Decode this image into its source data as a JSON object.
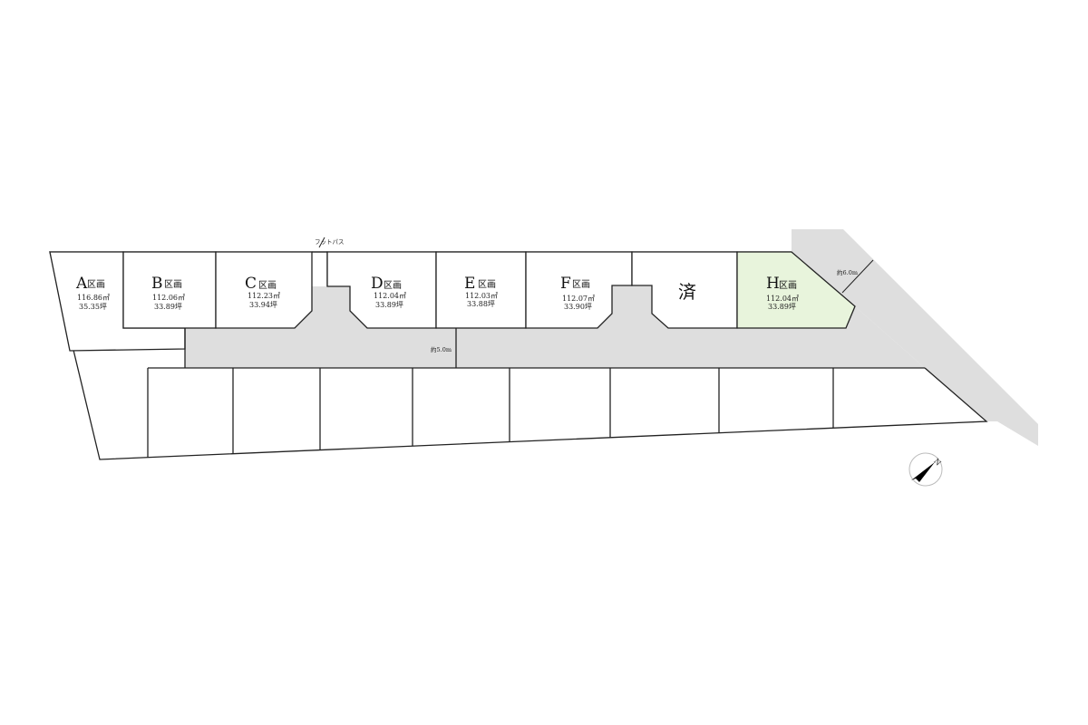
{
  "title_labels": {
    "footpath": "フットパス",
    "road_width": "約5.0m",
    "side_road_width": "約6.0m"
  },
  "colors": {
    "road": "#dedede",
    "highlight": "#e8f4dc",
    "line": "#222222"
  },
  "compass": {
    "label": "N",
    "icon": "north-arrow-icon"
  },
  "lots": [
    {
      "letter": "A",
      "suffix": "区画",
      "area_m2": "116.86㎡",
      "area_tsubo": "35.35坪"
    },
    {
      "letter": "B",
      "suffix": "区画",
      "area_m2": "112.06㎡",
      "area_tsubo": "33.89坪"
    },
    {
      "letter": "C",
      "suffix": "区画",
      "area_m2": "112.23㎡",
      "area_tsubo": "33.94坪"
    },
    {
      "letter": "D",
      "suffix": "区画",
      "area_m2": "112.04㎡",
      "area_tsubo": "33.89坪"
    },
    {
      "letter": "E",
      "suffix": "区画",
      "area_m2": "112.03㎡",
      "area_tsubo": "33.88坪"
    },
    {
      "letter": "F",
      "suffix": "区画",
      "area_m2": "112.07㎡",
      "area_tsubo": "33.90坪"
    },
    {
      "status": "済"
    },
    {
      "letter": "H",
      "suffix": "区画",
      "area_m2": "112.04㎡",
      "area_tsubo": "33.89坪",
      "highlighted": true
    }
  ]
}
